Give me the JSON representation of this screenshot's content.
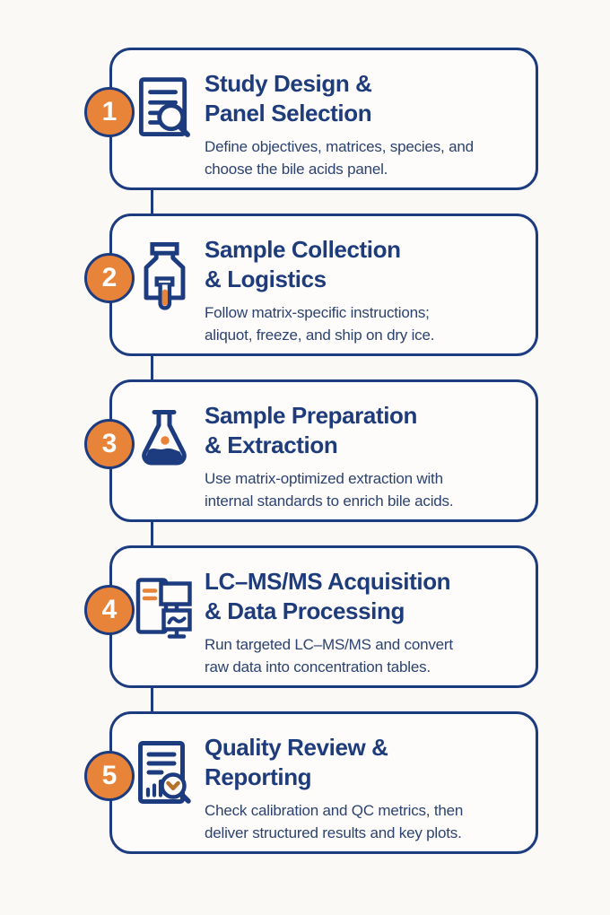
{
  "theme": {
    "navy": "#1c3c7f",
    "orange": "#e8843a",
    "chevron_orange": "#b4702c",
    "background": "#faf9f6",
    "card_background": "#fdfcfa",
    "badge_text_color": "#ffffff"
  },
  "steps": [
    {
      "number": "1",
      "icon": "document-search-icon",
      "title_lines": [
        "Study Design &",
        "Panel Selection"
      ],
      "description_lines": [
        "Define objectives, matrices, species, and",
        "choose the bile acids panel."
      ]
    },
    {
      "number": "2",
      "icon": "sample-bottle-icon",
      "title_lines": [
        "Sample Collection",
        "& Logistics"
      ],
      "description_lines": [
        "Follow matrix-specific instructions;",
        "aliquot, freeze, and ship on dry ice."
      ]
    },
    {
      "number": "3",
      "icon": "flask-icon",
      "title_lines": [
        "Sample Preparation",
        "& Extraction"
      ],
      "description_lines": [
        "Use matrix-optimized extraction with",
        "internal standards to enrich bile acids."
      ]
    },
    {
      "number": "4",
      "icon": "instrument-monitor-icon",
      "title_lines": [
        "LC–MS/MS Acquisition",
        "& Data Processing"
      ],
      "description_lines": [
        "Run targeted LC–MS/MS and convert",
        "raw data into concentration tables."
      ]
    },
    {
      "number": "5",
      "icon": "report-review-icon",
      "title_lines": [
        "Quality Review &",
        "Reporting"
      ],
      "description_lines": [
        "Check calibration and QC metrics, then",
        "deliver structured results and key plots."
      ]
    }
  ]
}
